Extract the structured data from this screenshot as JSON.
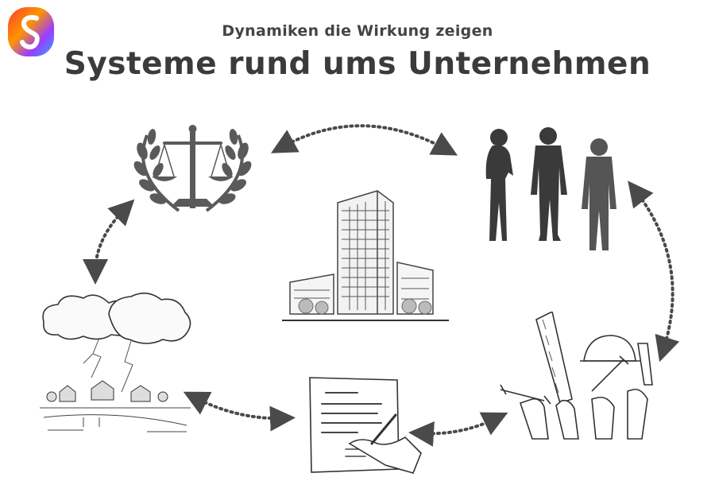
{
  "header": {
    "subtitle": "Dynamiken die Wirkung zeigen",
    "title": "Systeme rund ums Unternehmen"
  },
  "colors": {
    "ink": "#3d3d3d",
    "arrow": "#555555",
    "logo_gradient": [
      "#ff3b30",
      "#ff9500",
      "#7a3cff",
      "#2ea8ff"
    ]
  },
  "nodes": [
    {
      "id": "law",
      "icon": "scales-of-justice-icon"
    },
    {
      "id": "people",
      "icon": "people-silhouettes-icon"
    },
    {
      "id": "company",
      "icon": "office-building-icon"
    },
    {
      "id": "environment",
      "icon": "storm-village-icon"
    },
    {
      "id": "contracts",
      "icon": "contract-signing-icon"
    },
    {
      "id": "workers",
      "icon": "raised-tools-hands-icon"
    }
  ]
}
